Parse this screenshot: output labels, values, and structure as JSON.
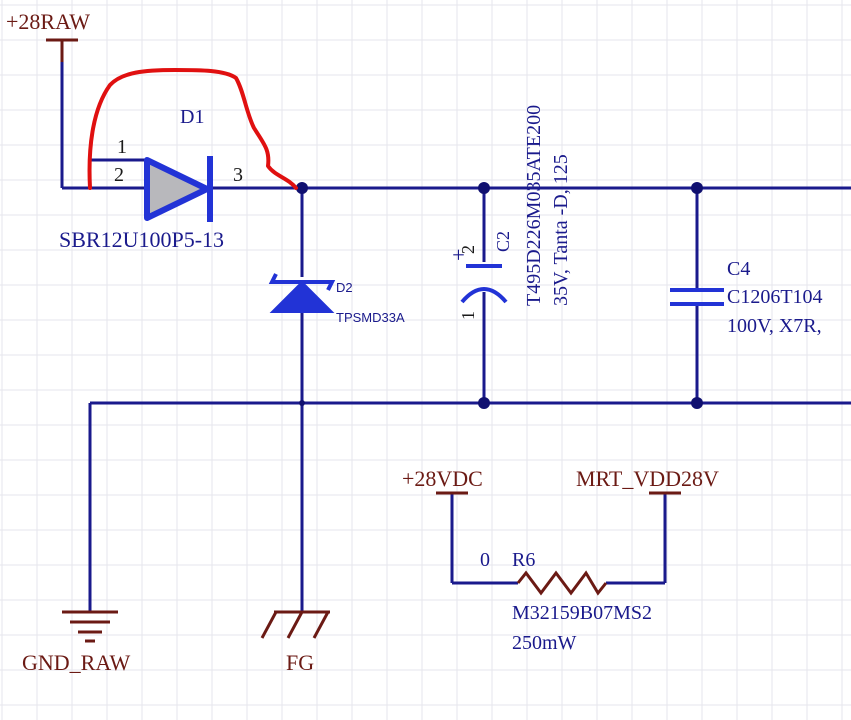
{
  "colors": {
    "background": "#ffffff",
    "grid": "#e6e6ec",
    "wire": "#1a1a8c",
    "component": "#2233d6",
    "power_port": "#6b1a14",
    "label_blue": "#1a1a8c",
    "annotation_red": "#e01010",
    "junction": "#101070"
  },
  "power_ports": {
    "raw": "+28RAW",
    "vdc": "+28VDC",
    "mrt": "MRT_VDD28V",
    "gnd_raw": "GND_RAW",
    "fg": "FG"
  },
  "components": {
    "d1": {
      "designator": "D1",
      "part": "SBR12U100P5-13",
      "pin1": "1",
      "pin2": "2",
      "pin3": "3"
    },
    "d2": {
      "designator": "D2",
      "part": "TPSMD33A"
    },
    "c2": {
      "designator": "C2",
      "part": "T495D226M035ATE200",
      "rating": "35V, Tanta -D, 125",
      "pin_pos": "2",
      "pin_neg": "1",
      "plus": "+"
    },
    "c4": {
      "designator": "C4",
      "part": "C1206T104",
      "rating": "100V, X7R,"
    },
    "r6": {
      "designator": "R6",
      "value": "0",
      "part": "M32159B07MS2",
      "power": "250mW"
    }
  },
  "annotation": {
    "type": "hand-drawn red bypass line around D1",
    "icon": "red-bypass-mark"
  }
}
